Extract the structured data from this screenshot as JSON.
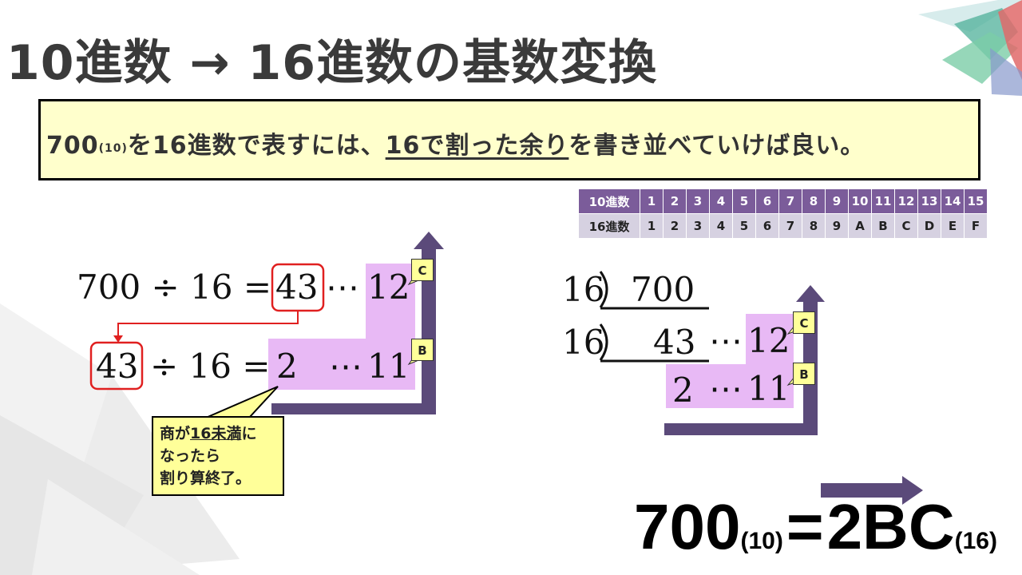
{
  "title": "10進数 → 16進数の基数変換",
  "banner": {
    "num": "700",
    "num_sub": "(10)",
    "mid": "を16進数で表すには、",
    "underlined": "16で割った余り",
    "end": "を書き並べていけば良い。"
  },
  "table": {
    "row1": [
      "10進数",
      "1",
      "2",
      "3",
      "4",
      "5",
      "6",
      "7",
      "8",
      "9",
      "10",
      "11",
      "12",
      "13",
      "14",
      "15"
    ],
    "row2": [
      "16進数",
      "1",
      "2",
      "3",
      "4",
      "5",
      "6",
      "7",
      "8",
      "9",
      "A",
      "B",
      "C",
      "D",
      "E",
      "F"
    ]
  },
  "left_calc": {
    "line1_dividend": "700",
    "line1_op": "÷ 16 =",
    "line1_quotient": "43",
    "line1_dots": "⋯",
    "line1_rem": "12",
    "line2_dividend": "43",
    "line2_op": "÷ 16 =",
    "line2_quotient": "2",
    "line2_dots": "⋯",
    "line2_rem": "11",
    "callout_c": "C",
    "callout_b": "B"
  },
  "note": {
    "p1": "商が",
    "p1_ul": "16未満",
    "p1_end": "に",
    "p2": "なったら",
    "p3": "割り算終了。"
  },
  "right_calc": {
    "row1_div": "16",
    "row1_num": "700",
    "row2_div": "16",
    "row2_num": "43",
    "row2_dots": "⋯",
    "row2_rem": "12",
    "row3_num": "2",
    "row3_dots": "⋯",
    "row3_rem": "11",
    "callout_c": "C",
    "callout_b": "B"
  },
  "result": {
    "left": "700",
    "left_sub": "(10)",
    "eq": "=",
    "right": "2BC",
    "right_sub": "(16)"
  },
  "colors": {
    "purple": "#5b4a7a",
    "highlight": "#e8b9f5",
    "callout": "#ffff99",
    "red": "#e02020"
  }
}
